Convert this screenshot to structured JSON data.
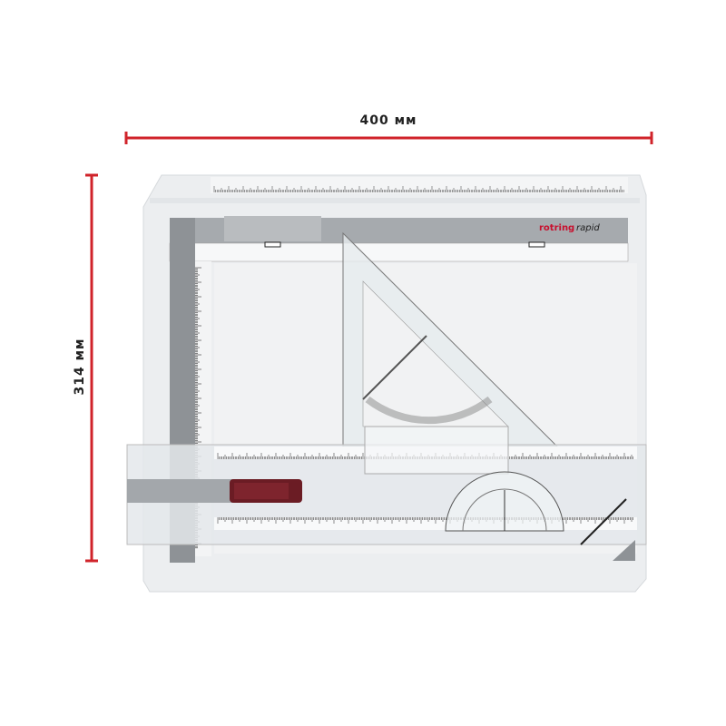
{
  "dimensions": {
    "width_label": "400 мм",
    "height_label": "314 мм",
    "line_color": "#d0232a"
  },
  "product": {
    "brand": "rotring",
    "model": "rapid",
    "handle_color": "#6b1c24",
    "board_color": "#eef0f2",
    "accent_gray": "#8e9296"
  }
}
